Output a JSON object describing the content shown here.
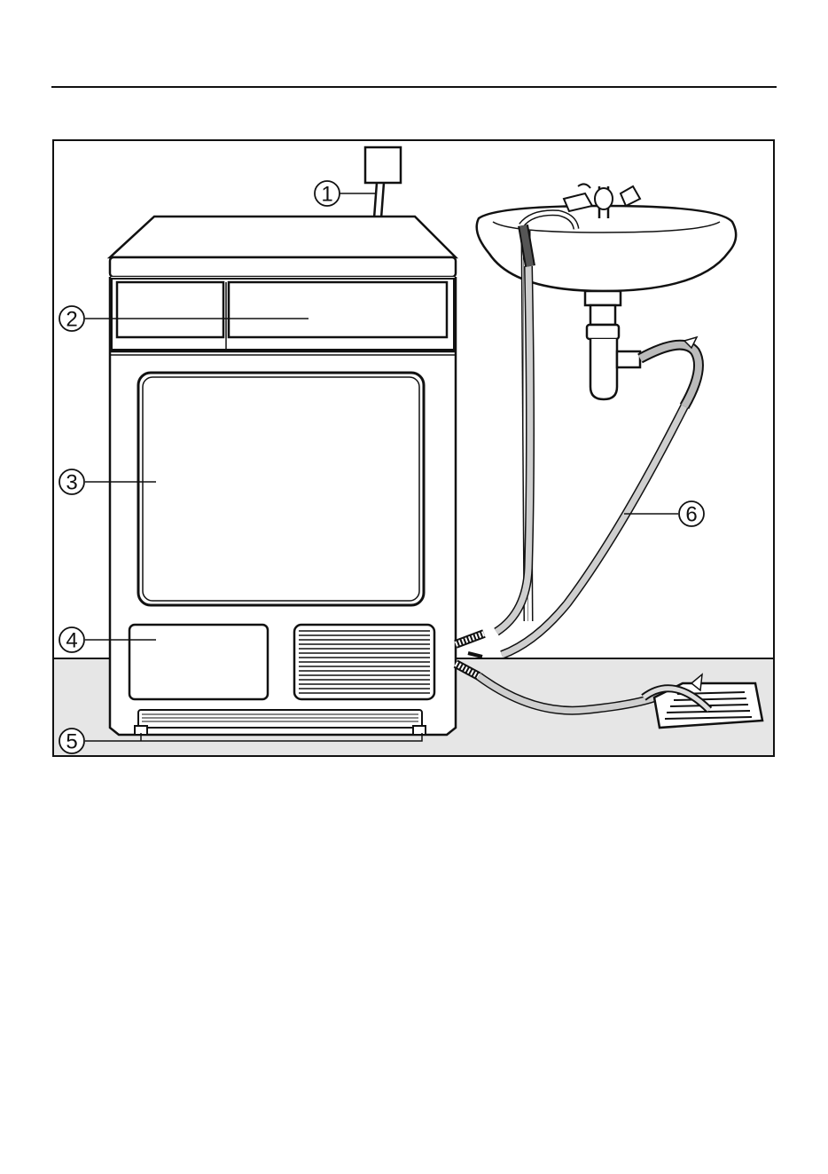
{
  "figure": {
    "callouts": [
      {
        "id": "1",
        "label": "1",
        "target": "power-cable"
      },
      {
        "id": "2",
        "label": "2",
        "target": "control-panel"
      },
      {
        "id": "3",
        "label": "3",
        "target": "door"
      },
      {
        "id": "4",
        "label": "4",
        "target": "condenser-cover"
      },
      {
        "id": "5",
        "label": "5",
        "target": "adjustable-feet"
      },
      {
        "id": "6",
        "label": "6",
        "target": "drain-hose"
      }
    ],
    "colors": {
      "line": "#111111",
      "floor": "#e6e6e6",
      "paper": "#ffffff"
    }
  }
}
